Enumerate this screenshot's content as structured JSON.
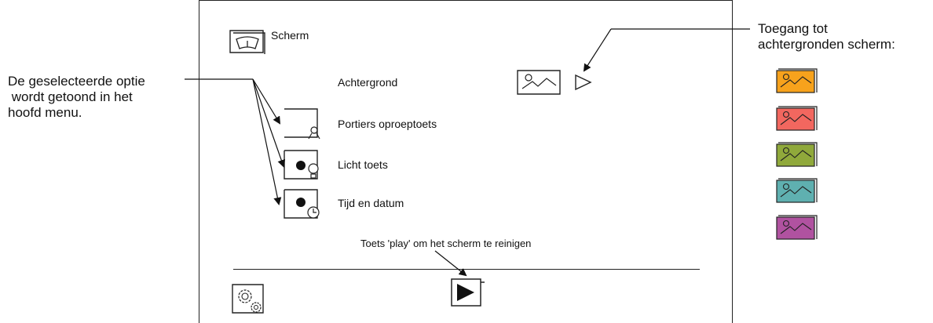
{
  "screen": {
    "title": "Scherm",
    "menu_items": [
      {
        "label": "Achtergrond",
        "icon": "landscape-image-icon"
      },
      {
        "label": "Portiers oproeptoets",
        "icon": "doorman-call-icon"
      },
      {
        "label": "Licht toets",
        "icon": "light-bulb-icon"
      },
      {
        "label": "Tijd en datum",
        "icon": "clock-icon"
      }
    ],
    "play_hint": "Toets 'play' om het scherm te reinigen",
    "icons": {
      "title": "screen-gauge-icon",
      "settings": "gear-icon",
      "play": "play-button-icon",
      "next": "triangle-right-icon"
    }
  },
  "annotations": {
    "left_note": [
      "De geselecteerde optie",
      " wordt getoond in het",
      "hoofd menu."
    ],
    "right_note": [
      "Toegang tot",
      "achtergronden scherm:"
    ]
  },
  "background_swatches": [
    {
      "color": "#f7a21c"
    },
    {
      "color": "#f2675f"
    },
    {
      "color": "#90a93b"
    },
    {
      "color": "#5fb0b0"
    },
    {
      "color": "#b052a0"
    }
  ]
}
